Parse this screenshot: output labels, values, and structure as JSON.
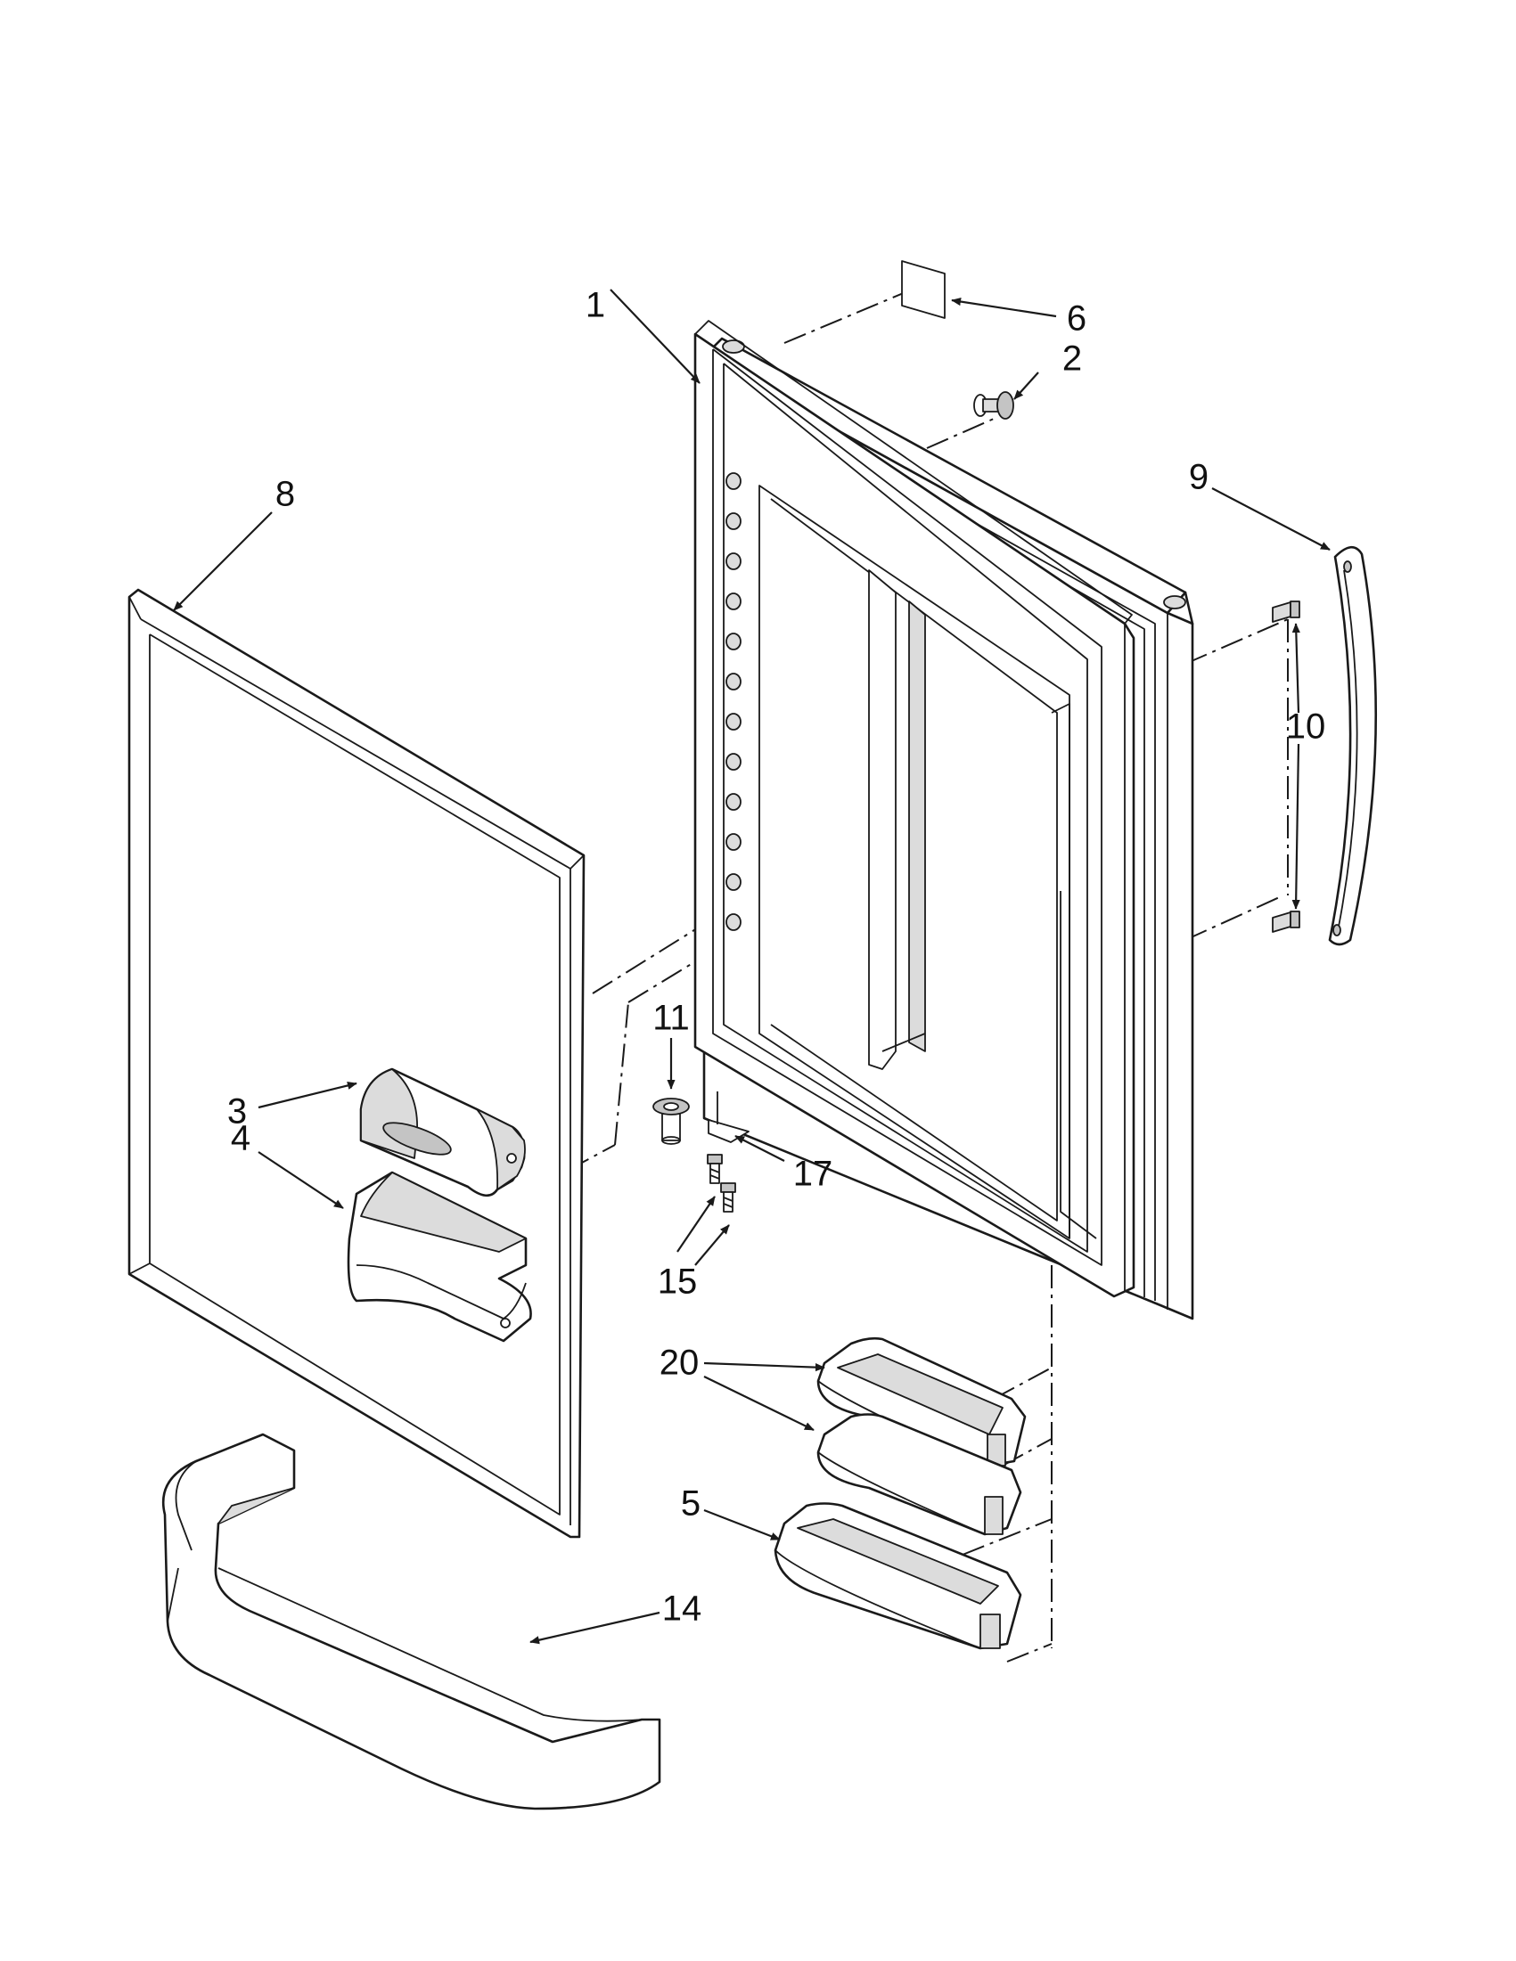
{
  "callouts": {
    "c1": "1",
    "c2": "2",
    "c3": "3",
    "c4": "4",
    "c5": "5",
    "c6": "6",
    "c8": "8",
    "c9": "9",
    "c10": "10",
    "c11": "11",
    "c14": "14",
    "c15": "15",
    "c17": "17",
    "c20": "20"
  }
}
